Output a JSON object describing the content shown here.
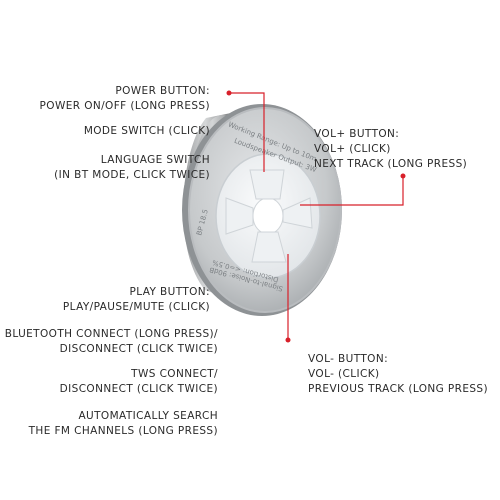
{
  "labels": {
    "power": [
      "POWER BUTTON:",
      "POWER ON/OFF (LONG PRESS)"
    ],
    "mode": [
      "MODE SWITCH (CLICK)"
    ],
    "language": [
      "LANGUAGE SWITCH",
      "(IN BT MODE, CLICK TWICE)"
    ],
    "play": [
      "PLAY BUTTON:",
      "PLAY/PAUSE/MUTE (CLICK)"
    ],
    "bluetooth": [
      "BLUETOOTH CONNECT (LONG PRESS)/",
      "DISCONNECT (CLICK TWICE)"
    ],
    "tws": [
      "TWS CONNECT/",
      "DISCONNECT (CLICK TWICE)"
    ],
    "fm": [
      "AUTOMATICALLY SEARCH",
      "THE FM CHANNELS (LONG PRESS)"
    ],
    "volplus": [
      "VOL+ BUTTON:",
      "VOL+ (CLICK)",
      "NEXT TRACK (LONG PRESS)"
    ],
    "volminus": [
      "VOL- BUTTON:",
      "VOL- (CLICK)",
      "PREVIOUS TRACK (LONG PRESS)"
    ]
  },
  "device": {
    "ring_text_top": "Working Range: Up to 10m",
    "ring_text_mid": "Loudspeaker Output: 3W",
    "ring_text_bottom1": "Signal-to-Noise: 90dB",
    "ring_text_bottom2": "Distortion: <=0.5%",
    "ring_text_side": "BP 18.5"
  },
  "colors": {
    "callout": "#d8202a",
    "text": "#2a2a2a"
  }
}
